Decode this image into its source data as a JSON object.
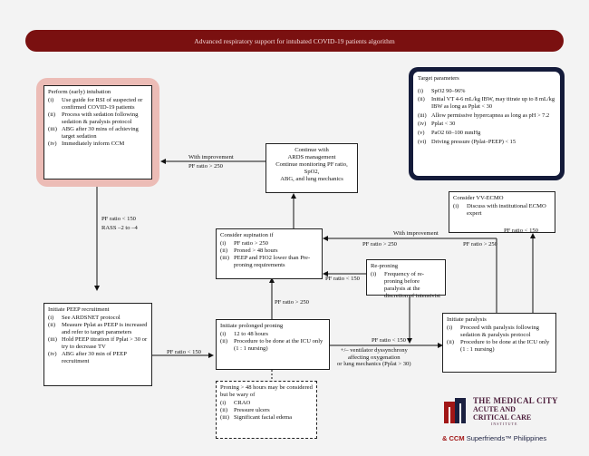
{
  "title": "Advanced respiratory support for intubated COVID-19 patients algorithm",
  "intubation": {
    "heading": "Perform (early) intubation",
    "items": [
      {
        "num": "(i)",
        "text": "Use guide for RSI of suspected or confirmed COVID-19 patients"
      },
      {
        "num": "(ii)",
        "text": "Process with sedation following sedation & paralysis protocol"
      },
      {
        "num": "(iii)",
        "text": "ABG after 30 mins of achieving target sedation"
      },
      {
        "num": "(iv)",
        "text": "Immediately inform CCM"
      }
    ]
  },
  "ards": {
    "line1": "Continue with",
    "line2": "ARDS management",
    "line3": "Continue monitoring PF ratio, SpO2,",
    "line4": "ABG, and lung mechanics"
  },
  "target": {
    "heading": "Target parameters",
    "items": [
      {
        "num": "(i)",
        "text": "SpO2 90–96%"
      },
      {
        "num": "(ii)",
        "text": "Initial VT 4-6 mL/kg IBW, may titrate up to 8 mL/kg IBW as long as Pplat < 30"
      },
      {
        "num": "(iii)",
        "text": "Allow permissive hypercapnea as long as pH > 7.2"
      },
      {
        "num": "(iv)",
        "text": "Pplat < 30"
      },
      {
        "num": "(v)",
        "text": "PaO2 60–100 mmHg"
      },
      {
        "num": "(vi)",
        "text": "Driving pressure (Pplat–PEEP) < 15"
      }
    ]
  },
  "vvecmo": {
    "heading": "Consider VV-ECMO",
    "items": [
      {
        "num": "(i)",
        "text": "Discuss with institutional ECMO expert"
      }
    ]
  },
  "supination": {
    "heading": "Consider supination if",
    "items": [
      {
        "num": "(i)",
        "text": "PF ratio > 250"
      },
      {
        "num": "(ii)",
        "text": "Proned > 48 hours"
      },
      {
        "num": "(iii)",
        "text": "PEEP and FIO2 lower than Pre-proning requirements"
      }
    ]
  },
  "reproning": {
    "heading": "Re-proning",
    "items": [
      {
        "num": "(i)",
        "text": "Frequency of re-proning before paralysis at the discretion of intensivist"
      }
    ]
  },
  "peep": {
    "heading": "Initiate PEEP recruitment",
    "items": [
      {
        "num": "(i)",
        "text": "See ARDSNET protocol"
      },
      {
        "num": "(ii)",
        "text": "Measure Pplat as PEEP is increased and refer to target parameters"
      },
      {
        "num": "(iii)",
        "text": "Hold PEEP titration if Pplat > 30 or try to decrease TV"
      },
      {
        "num": "(iv)",
        "text": "ABG after 30 min of PEEP recruitment"
      }
    ]
  },
  "proning": {
    "heading": "Initiate prolonged proning",
    "items": [
      {
        "num": "(i)",
        "text": "12 to 48 hours"
      },
      {
        "num": "(ii)",
        "text": "Procedure to be done at the ICU only (1 : 1 nursing)"
      }
    ]
  },
  "paralysis": {
    "heading": "Initiate paralysis",
    "items": [
      {
        "num": "(i)",
        "text": "Proceed with paralysis following sedation & paralysis protocol"
      },
      {
        "num": "(ii)",
        "text": "Procedure to be done at the ICU only (1 : 1 nursing)"
      }
    ]
  },
  "warning": {
    "heading": "Proning > 48 hours may be considered but be wary of",
    "items": [
      {
        "num": "(i)",
        "text": "CRAO"
      },
      {
        "num": "(ii)",
        "text": "Pressure ulcers"
      },
      {
        "num": "(iii)",
        "text": "Significant facial edema"
      }
    ]
  },
  "labels": {
    "with_improvement_1": "With improvement",
    "pf_gt_250_1": "PF ratio > 250",
    "pf_lt_150_rass_1": "PF ratio < 150",
    "pf_lt_150_rass_2": "RASS –2 to –4",
    "with_improvement_2": "With improvement",
    "pf_gt_250_2": "PF ratio > 250",
    "pf_gt_250_3": "PF ratio > 250",
    "pf_lt_150_ecmo": "PF ratio < 150",
    "pf_lt_150_reprone": "PF ratio < 150",
    "pf_gt_250_4": "PF ratio > 250",
    "pf_lt_150_peep": "PF ratio < 150",
    "pf_lt_150_para": "PF ratio < 150",
    "dyssync_1": "+/– ventilator dyssynchrony",
    "dyssync_2": "affecting oxygenation",
    "dyssync_3": "or lung mechanics (Pplat > 30)"
  },
  "logo": {
    "line1": "THE MEDICAL CITY",
    "line2": "ACUTE AND",
    "line3": "CRITICAL CARE",
    "line4": "INSTITUTE",
    "tag_prefix": "& CCM",
    "tag_rest": "Superfriends™ Philippines"
  },
  "colors": {
    "title_bar": "#7a1010",
    "intubation_frame": "#ecbcb6",
    "target_frame": "#141b3a"
  }
}
